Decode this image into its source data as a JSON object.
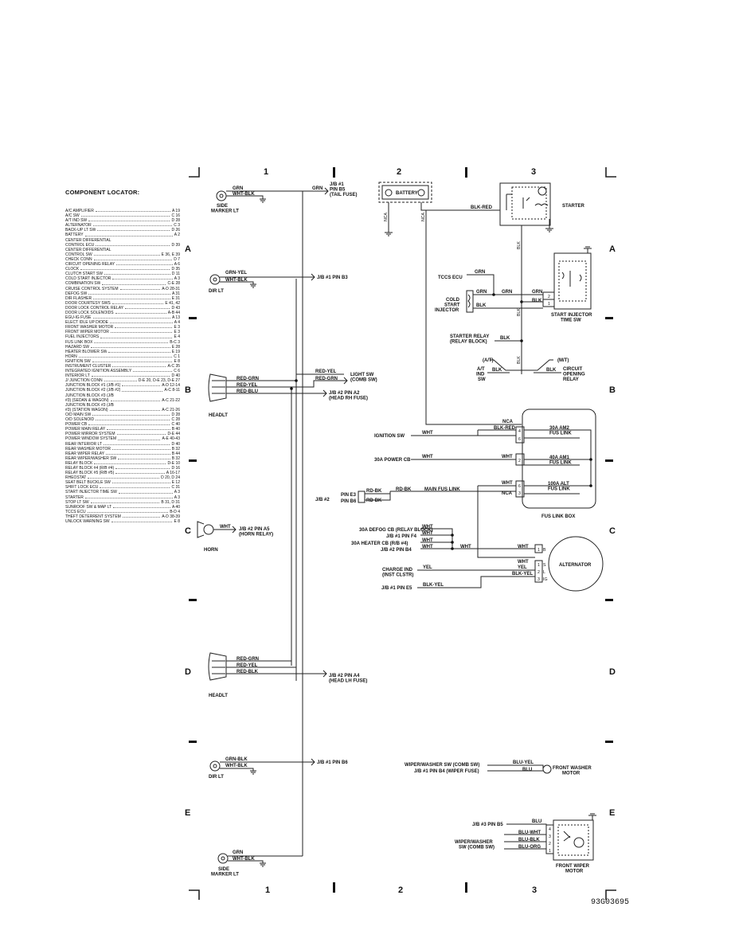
{
  "locator": {
    "title": "COMPONENT LOCATOR:",
    "items": [
      {
        "name": "A/C AMPLIFIER",
        "ref": "A 19"
      },
      {
        "name": "A/C SW",
        "ref": "C 16"
      },
      {
        "name": "A/T IND SW",
        "ref": "D 28"
      },
      {
        "name": "ALTERNATOR",
        "ref": "C 3"
      },
      {
        "name": "BACK-UP LT SW",
        "ref": "D 26"
      },
      {
        "name": "BATTERY",
        "ref": "A 2"
      },
      {
        "name": "CENTER DIFFERENTIAL",
        "ref": ""
      },
      {
        "name": "  CONTROL ECU",
        "ref": "D 39"
      },
      {
        "name": "CENTER DIFFERENTIAL",
        "ref": ""
      },
      {
        "name": "  CONTROL SW",
        "ref": "E 36, E 39"
      },
      {
        "name": "CHECK CONN",
        "ref": "D 7"
      },
      {
        "name": "CIRCUIT OPENING RELAY",
        "ref": "A 6"
      },
      {
        "name": "CLOCK",
        "ref": "D 35"
      },
      {
        "name": "CLUTCH START SW",
        "ref": "D 11"
      },
      {
        "name": "COLD START INJECTOR",
        "ref": "A 3"
      },
      {
        "name": "COMBINATION SW",
        "ref": "C-E 28"
      },
      {
        "name": "CRUISE CONTROL SYSTEM",
        "ref": "A-D 28-31"
      },
      {
        "name": "DEFOG SW",
        "ref": "A 31"
      },
      {
        "name": "DIR FLASHER",
        "ref": "E 31"
      },
      {
        "name": "DOOR COURTESY SWS",
        "ref": "E 41, 42"
      },
      {
        "name": "DOOR LOCK CONTROL RELAY",
        "ref": "D 43"
      },
      {
        "name": "DOOR LOCK SOLENOIDS",
        "ref": "A-B 44"
      },
      {
        "name": "EGU-IG FUSE",
        "ref": "A 13"
      },
      {
        "name": "ELECT IDLE UP DIODE",
        "ref": "A 4"
      },
      {
        "name": "FRONT WASHER MOTOR",
        "ref": "E 3"
      },
      {
        "name": "FRONT WIPER MOTOR",
        "ref": "E 3"
      },
      {
        "name": "FUEL INJECTORS",
        "ref": "E 4"
      },
      {
        "name": "FUS LINK BOX",
        "ref": "B-C 3"
      },
      {
        "name": "HAZARD SW",
        "ref": "E 28"
      },
      {
        "name": "HEATER BLOWER SW",
        "ref": "E 19"
      },
      {
        "name": "HORN",
        "ref": "C 1"
      },
      {
        "name": "IGNITION SW",
        "ref": "E 8"
      },
      {
        "name": "INSTRUMENT CLUSTER",
        "ref": "A-C 35"
      },
      {
        "name": "INTEGRATED IGNITION ASSEMBLY",
        "ref": "C 6"
      },
      {
        "name": "INTERIOR LT",
        "ref": "D 40"
      },
      {
        "name": "J/ JUNCTION CONN",
        "ref": "D-E 20, D-E 23, D-E 27"
      },
      {
        "name": "JUNCTION BLOCK #1 (J/B #1)",
        "ref": "A-D 12-14"
      },
      {
        "name": "JUNCTION BLOCK #2 (J/B #2)",
        "ref": "A-C 8-11"
      },
      {
        "name": "JUNCTION BLOCK #3 (J/B",
        "ref": ""
      },
      {
        "name": "  #3) (SEDAN & WAGON)",
        "ref": "A-C 21-22"
      },
      {
        "name": "JUNCTION BLOCK #3 (J/B",
        "ref": ""
      },
      {
        "name": "  #3) (STATION WAGON)",
        "ref": "A-C 21-26"
      },
      {
        "name": "O/D MAIN SW",
        "ref": "D 28"
      },
      {
        "name": "O/D SOLENOID",
        "ref": "C 28"
      },
      {
        "name": "POWER CB",
        "ref": "C 40"
      },
      {
        "name": "POWER MAIN RELAY",
        "ref": "B 40"
      },
      {
        "name": "POWER MIRROR SYSTEM",
        "ref": "D-E 44"
      },
      {
        "name": "POWER WINDOW SYSTEM",
        "ref": "A-E 40-43"
      },
      {
        "name": "REAR INTERIOR LT",
        "ref": "D 40"
      },
      {
        "name": "REAR WASHER MOTOR",
        "ref": "B 32"
      },
      {
        "name": "REAR WIPER RELAY",
        "ref": "B 44"
      },
      {
        "name": "REAR WIPER/WASHER SW",
        "ref": "B 32"
      },
      {
        "name": "RELAY BLOCK",
        "ref": "D-E 10"
      },
      {
        "name": "RELAY BLOCK #4 (R/B #4)",
        "ref": "D 16"
      },
      {
        "name": "RELAY BLOCK #5 (R/B #5)",
        "ref": "A 16-17"
      },
      {
        "name": "RHEOSTAT",
        "ref": "D 20, D 24"
      },
      {
        "name": "SEAT BELT BUCKLE SW",
        "ref": "E 12"
      },
      {
        "name": "SHIFT LOCK ECU",
        "ref": "C 31"
      },
      {
        "name": "START INJECTOR TIME SW",
        "ref": "A 3"
      },
      {
        "name": "STARTER",
        "ref": "A 3"
      },
      {
        "name": "STOP LT SW",
        "ref": "B 31, D 31"
      },
      {
        "name": "SUNROOF SW & MAP LT",
        "ref": "A 40"
      },
      {
        "name": "TCCS ECU",
        "ref": "B-D 4"
      },
      {
        "name": "THEFT DETERRENT SYSTEM",
        "ref": "A-D 38-39"
      },
      {
        "name": "UNLOCK WARNING SW",
        "ref": "E 8"
      }
    ]
  },
  "grid": {
    "columns": [
      "1",
      "2",
      "3"
    ],
    "rows": [
      "A",
      "B",
      "C",
      "D",
      "E"
    ]
  },
  "components": {
    "side_marker_top": "SIDE\nMARKER LT",
    "side_marker_bottom": "SIDE\nMARKER LT",
    "dir_lt_top": "DIR LT",
    "dir_lt_bottom": "DIR LT",
    "headlt_top": "HEADLT",
    "headlt_bottom": "HEADLT",
    "horn": "HORN",
    "battery": "BATTERY",
    "starter": "STARTER",
    "tccs_ecu": "TCCS ECU",
    "cold_start_injector": "COLD\nSTART\nINJECTOR",
    "start_injector_time_sw": "START INJECTOR\nTIME SW",
    "starter_relay": "STARTER RELAY\n(RELAY BLOCK)",
    "at_ind_sw": "A/T\nIND\nSW",
    "circuit_opening_relay": "CIRCUIT\nOPENING\nRELAY",
    "ignition_sw": "IGNITION SW",
    "power_cb": "30A POWER CB",
    "jb2": "J/B #2",
    "fus_link_box": "FUS LINK BOX",
    "defog_cb": "30A DEFOG CB (RELAY BLOCK)",
    "jb1_pin_f4": "J/B #1 PIN F4",
    "heater_cb": "30A HEATER CB (R/B #4)",
    "jb2_pin_b4": "J/B #2 PIN B4",
    "charge_ind": "CHARGE IND\n(INST CLSTR)",
    "jb1_pin_e5": "J/B #1 PIN E5",
    "alternator": "ALTERNATOR",
    "wiper_washer_sw": "WIPER/WASHER SW (COMB SW)",
    "jb1_pin_b4": "J/B #1 PIN B4 (WIPER FUSE)",
    "front_washer_motor": "FRONT WASHER\nMOTOR",
    "jb3_pin_b5": "J/B #3 PIN B5",
    "wiper_washer_sw2": "WIPER/WASHER\nSW (COMB SW)",
    "front_wiper_motor": "FRONT WIPER\nMOTOR",
    "at_tag": "(A/T)",
    "mt_tag": "(M/T)"
  },
  "connections": {
    "jb1_pin_b5": "J/B #1\nPIN B5\n(TAIL FUSE)",
    "jb1_pin_b3": "J/B #1 PIN B3",
    "light_sw": "LIGHT SW\n(COMB SW)",
    "jb2_pin_a2": "J/B #2 PIN A2\n(HEAD RH FUSE)",
    "jb2_pin_a5": "J/B #2 PIN A5\n(HORN RELAY)",
    "jb2_pin_a4": "J/B #2 PIN A4\n(HEAD LH FUSE)",
    "jb1_pin_b6": "J/B #1 PIN B6",
    "pin_e3": "PIN E3",
    "pin_b6": "PIN B6"
  },
  "wires": {
    "grn": "GRN",
    "wht_blk": "WHT-BLK",
    "grn_yel": "GRN-YEL",
    "red_grn": "RED-GRN",
    "red_yel": "RED-YEL",
    "red_blu": "RED-BLU",
    "wht": "WHT",
    "grn_blk": "GRN-BLK",
    "nca": "NCA",
    "blk_red": "BLK-RED",
    "blk": "BLK",
    "rd_bk": "RD-BK",
    "main_fus_link": "MAIN FUS LINK",
    "yel": "YEL",
    "blk_yel": "BLK-YEL",
    "blu_yel": "BLU-YEL",
    "blu": "BLU",
    "blu_wht": "BLU-WHT",
    "blu_blk": "BLU-BLK",
    "blu_org": "BLU-ORG"
  },
  "fuse_links": {
    "am2": "30A AM2\nFUS LINK",
    "am1": "40A AM1\nFUS LINK",
    "alt": "100A ALT\nFUS LINK"
  },
  "pins": {
    "fl": [
      "4",
      "6",
      "2",
      "6",
      "3"
    ],
    "inj": [
      "2",
      "1"
    ],
    "alt": [
      "B",
      "S",
      "L",
      "IG"
    ],
    "alt_num": [
      "1",
      "2",
      "3"
    ],
    "wiper": [
      "4",
      "3",
      "2",
      "1"
    ]
  },
  "figure_id": "93G03695"
}
